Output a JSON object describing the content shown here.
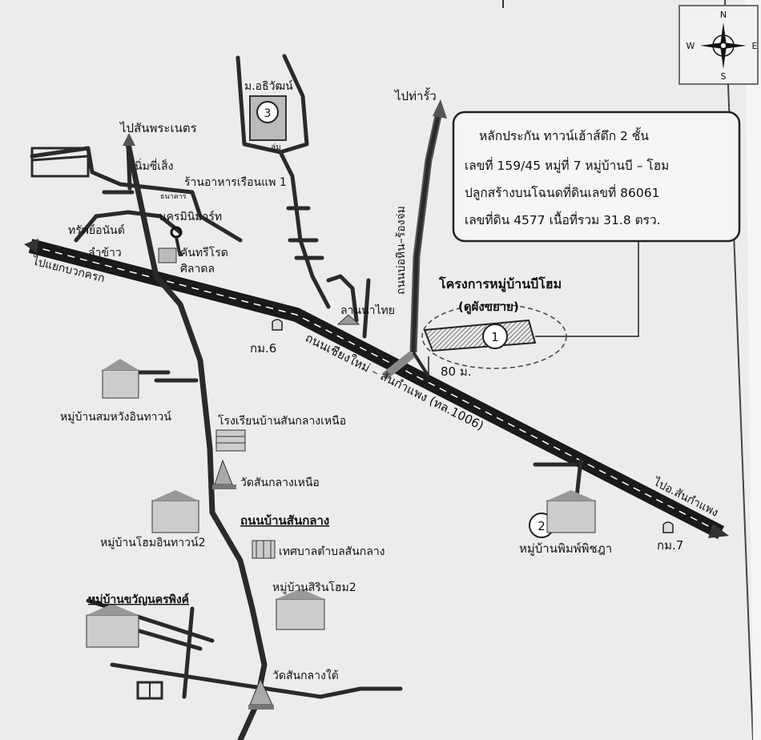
{
  "compass": {
    "n": "N",
    "s": "S",
    "e": "E",
    "w": "W",
    "icon": "compass-rose-icon"
  },
  "info_box": {
    "line1": "หลักประกัน ทาวน์เฮ้าส์ตึก 2 ชั้น",
    "line2": "เลขที่ 159/45 หมู่ที่ 7 หมู่บ้านบี – โฮม",
    "line3": "ปลูกสร้างบนโฉนดที่ดินเลขที่ 86061",
    "line4": "เลขที่ดิน 4577 เนื้อที่รวม 31.8 ตรว."
  },
  "project": {
    "title": "โครงการหมู่บ้านบีโฮม",
    "subtitle": "(ดูผังขยาย)",
    "marker": "1"
  },
  "markers": {
    "m2": "2",
    "m3": "3"
  },
  "distance": "80 ม.",
  "roads": {
    "main": "ถนนเชียงใหม่ – สันกำแพง (ทล.1006)",
    "bo_hin": "ถนนบ่อหิน–ร้องจ่ม",
    "ban_san_klang": "ถนนบ้านสันกลาง"
  },
  "directions": {
    "to_tha_rua": "ไปท่ารั้ว",
    "to_san_phra_net": "ไปสันพระเนตร",
    "to_yaek_buak_khrok": "ไปแยกบวกครก",
    "to_san_kamphaeng": "ไปอ.สันกำแพง"
  },
  "km_posts": {
    "km6": "กม.6",
    "km7": "กม.7"
  },
  "places": {
    "m_athiwat": "ม.อธิวัฒน์",
    "leung_zone": "ลุ่ม",
    "nimsilueng": "นิ่มซี่เส็ง",
    "raft_restaurant": "ร้านอาหารเรือนแพ 1",
    "thanachart_small": "ธนาคาร",
    "nakhon_mini_mart": "นครมินิมาร์ท",
    "sap_anan": "ทรัพย์อนันต์",
    "kam_khao": "ลำข้าว",
    "kantharee_road": "คันทรีโรด",
    "silad": "ศิลาดล",
    "lanna_thai": "ลานนาไทย",
    "som_wang": "หมู่บ้านสมหวังอินทาวน์",
    "school": "โรงเรียนบ้านสันกลางเหนือ",
    "wat_north": "วัดสันกลางเหนือ",
    "home_intown": "หมู่บ้านโฮมอินทาวน์2",
    "municipality": "เทศบาลตำบลสันกลาง",
    "sirin_home": "หมู่บ้านสิรินโฮม2",
    "khwan_nakhon": "หมู่บ้านขวัญนครพิงค์",
    "wat_south": "วัดสันกลางใต้",
    "pimphichaya": "หมู่บ้านพิมพ์พิชฎา"
  }
}
